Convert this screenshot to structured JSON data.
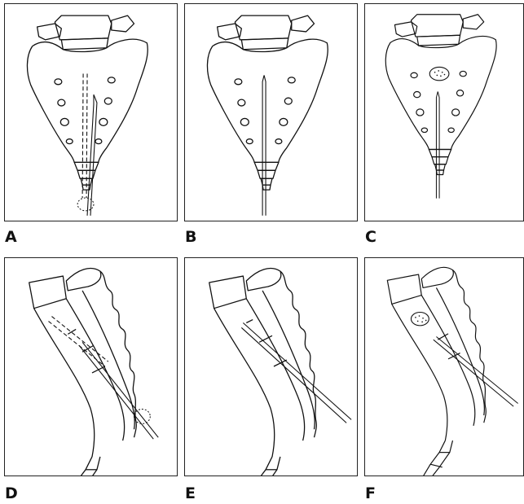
{
  "panels": [
    {
      "id": "A",
      "label": "A",
      "view": "posterior"
    },
    {
      "id": "B",
      "label": "B",
      "view": "posterior"
    },
    {
      "id": "C",
      "label": "C",
      "view": "posterior"
    },
    {
      "id": "D",
      "label": "D",
      "view": "lateral"
    },
    {
      "id": "E",
      "label": "E",
      "view": "lateral"
    },
    {
      "id": "F",
      "label": "F",
      "view": "lateral"
    }
  ]
}
